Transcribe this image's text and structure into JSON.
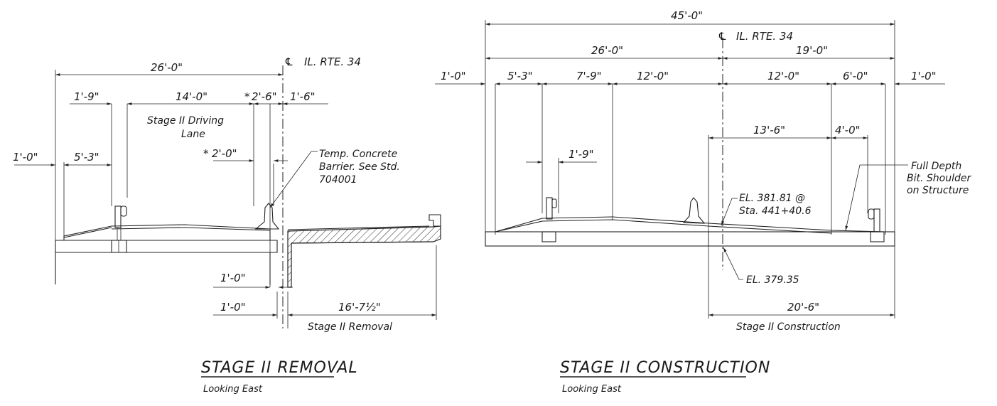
{
  "left": {
    "title": "STAGE II REMOVAL",
    "subtitle": "Looking East",
    "centerline": "IL. RTE. 34",
    "dims": {
      "d26": "26'-0\"",
      "d1_9": "1'-9\"",
      "d14": "14'-0\"",
      "d2_6": "2'-6\"",
      "d1_6": "1'-6\"",
      "d1_0_left": "1'-0\"",
      "d5_3": "5'-3\"",
      "d2_0": "2'-0\"",
      "d1_0_a": "1'-0\"",
      "d1_0_b": "1'-0\"",
      "d16": "16'-7½\""
    },
    "lane_label_1": "Stage II Driving",
    "lane_label_2": "Lane",
    "barrier_note_1": "Temp. Concrete",
    "barrier_note_2": "Barrier. See Std.",
    "barrier_note_3": "704001",
    "removal_label": "Stage II Removal",
    "asterisk": "*"
  },
  "right": {
    "title": "STAGE II CONSTRUCTION",
    "subtitle": "Looking East",
    "centerline": "IL. RTE. 34",
    "dims": {
      "d45": "45'-0\"",
      "d26": "26'-0\"",
      "d19": "19'-0\"",
      "d1_0_left": "1'-0\"",
      "d5_3": "5'-3\"",
      "d7_9": "7'-9\"",
      "d12_a": "12'-0\"",
      "d12_b": "12'-0\"",
      "d6": "6'-0\"",
      "d1_0_right": "1'-0\"",
      "d13_6": "13'-6\"",
      "d4": "4'-0\"",
      "d1_9": "1'-9\"",
      "d20_6": "20'-6\""
    },
    "el_note_1": "EL. 381.81 @",
    "el_note_2": "Sta. 441+40.6",
    "el_low": "EL. 379.35",
    "shoulder_1": "Full Depth",
    "shoulder_2": "Bit. Shoulder",
    "shoulder_3": "on Structure",
    "construction_label": "Stage II Construction"
  }
}
